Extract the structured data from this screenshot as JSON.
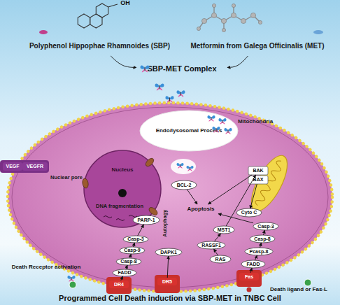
{
  "diagram": {
    "title": "Programmed Cell Death induction via SBP-MET in TNBC Cell",
    "nodes": [
      {
        "text": [
          "Polyphenol Hippophae Rhamnoides (SBP)"
        ]
      },
      {
        "text": [
          "Metformin from Galega Officinalis (MET)"
        ]
      },
      {
        "text": [
          "SBP-MET Complex"
        ]
      },
      {
        "text": [
          "Endo/lysosomal Process"
        ]
      },
      {
        "text": [
          "Mitochondria"
        ]
      },
      {
        "text": [
          "Nucleus"
        ]
      },
      {
        "text": [
          "BCL-2"
        ]
      },
      {
        "text": [
          "Apoptosis"
        ]
      },
      {
        "text": [
          "BAK"
        ]
      },
      {
        "text": [
          "BAX"
        ]
      },
      {
        "text": [
          "Cyto C"
        ]
      },
      {
        "text": [
          "PARP-1"
        ]
      },
      {
        "text": [
          "Casp-3"
        ]
      },
      {
        "text": [
          "Casp-9"
        ]
      },
      {
        "text": [
          "Casp-8"
        ]
      },
      {
        "text": [
          "FADD"
        ]
      },
      {
        "text": [
          "DR4"
        ]
      },
      {
        "text": [
          "DAPK1"
        ]
      },
      {
        "text": [
          "DR5"
        ]
      },
      {
        "text": [
          "RASSF1"
        ]
      },
      {
        "text": [
          "MST1"
        ]
      },
      {
        "text": [
          "RAS"
        ]
      },
      {
        "text": [
          "Casp-3"
        ]
      },
      {
        "text": [
          "Casp-8"
        ]
      },
      {
        "text": [
          "Pcasp-8"
        ]
      },
      {
        "text": [
          "FADD"
        ]
      },
      {
        "text": [
          "Fas"
        ]
      },
      {
        "text": [
          "VEGF"
        ]
      },
      {
        "text": [
          "VEGFR"
        ]
      }
    ],
    "edges": [
      {
        "from": 0,
        "to": 2,
        "arrow": "to"
      },
      {
        "from": 1,
        "to": 2,
        "arrow": "to"
      },
      {
        "from": 6,
        "to": 7,
        "arrow": "to"
      },
      {
        "from": 9,
        "to": 10,
        "arrow": "to"
      },
      {
        "from": 8,
        "to": 7,
        "arrow": "to"
      },
      {
        "from": 13,
        "to": 12,
        "arrow": "to"
      },
      {
        "from": 12,
        "to": 11,
        "arrow": "to"
      },
      {
        "from": 14,
        "to": 13,
        "arrow": "to"
      },
      {
        "from": 15,
        "to": 14,
        "arrow": "to"
      },
      {
        "from": 16,
        "to": 15,
        "arrow": "to"
      },
      {
        "from": 18,
        "to": 17,
        "arrow": "to"
      },
      {
        "from": 21,
        "to": 19,
        "arrow": "to"
      },
      {
        "from": 19,
        "to": 20,
        "arrow": "to"
      },
      {
        "from": 20,
        "to": 8,
        "arrow": "to"
      },
      {
        "from": 22,
        "to": 7,
        "arrow": "to"
      },
      {
        "from": 23,
        "to": 22,
        "arrow": "to"
      },
      {
        "from": 24,
        "to": 23,
        "arrow": "to"
      },
      {
        "from": 25,
        "to": 24,
        "arrow": "to"
      },
      {
        "from": 26,
        "to": 25,
        "arrow": "to"
      }
    ],
    "labels": [
      "OH",
      "Nuclear pore",
      "DNA fragmentation",
      "Autophagy",
      "Death Receptor activation",
      "Death ligand or Fas-L"
    ]
  }
}
